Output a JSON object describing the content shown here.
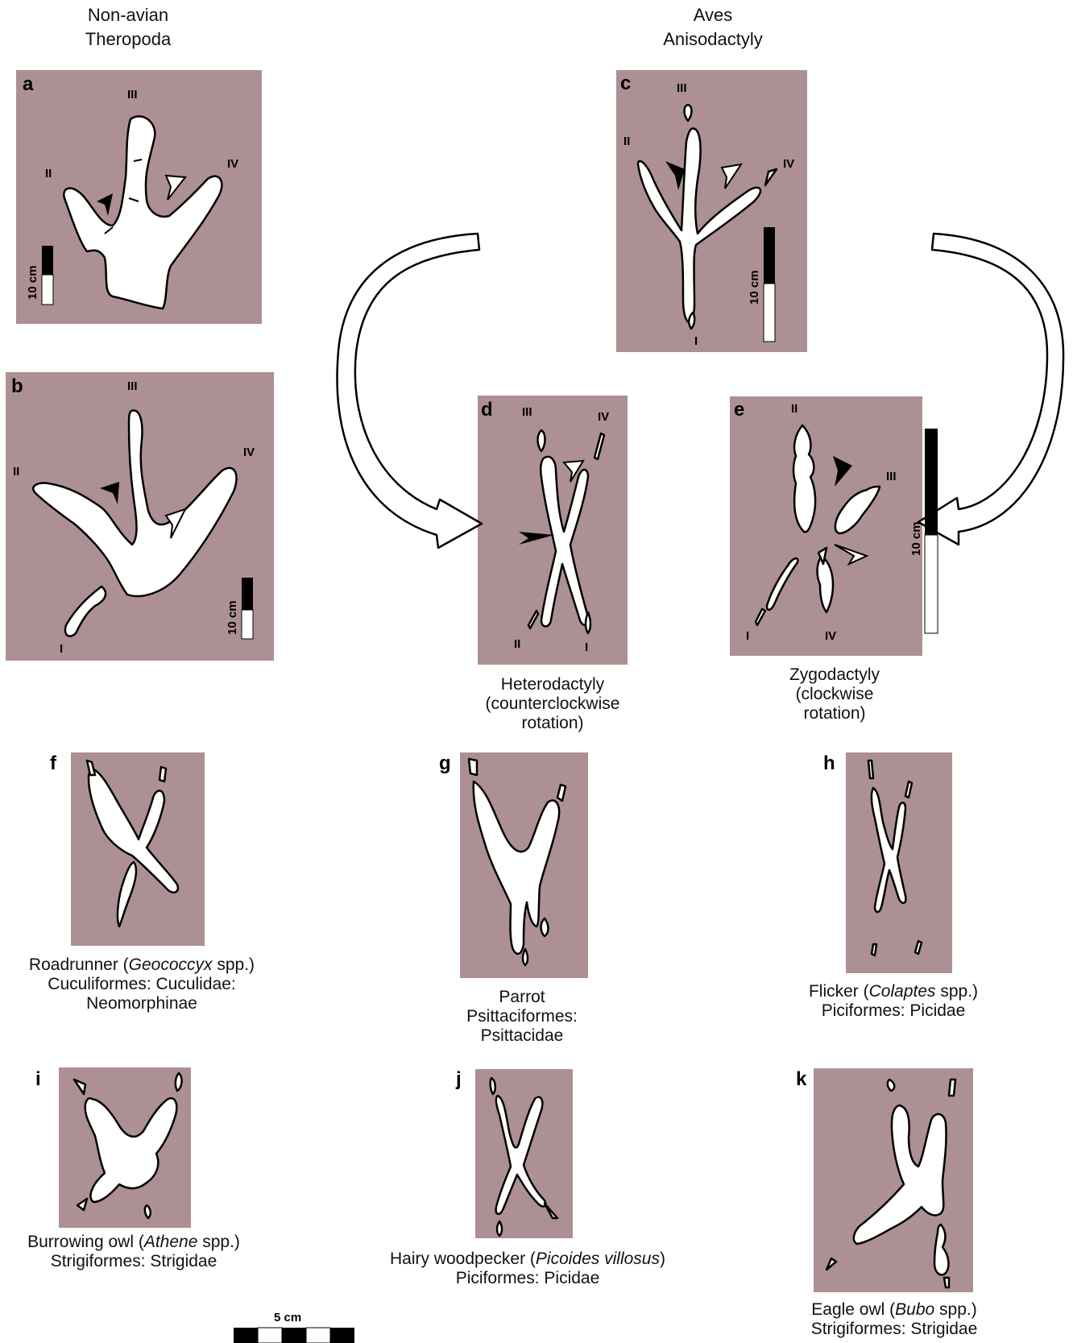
{
  "headers": {
    "left": [
      "Non-avian",
      "Theropoda"
    ],
    "right": [
      "Aves",
      "Anisodactyly"
    ]
  },
  "panels": {
    "a": {
      "label": "a",
      "toes": [
        "II",
        "III",
        "IV"
      ],
      "scale": "10 cm"
    },
    "b": {
      "label": "b",
      "toes": [
        "I",
        "II",
        "III",
        "IV"
      ],
      "scale": "10 cm"
    },
    "c": {
      "label": "c",
      "toes": [
        "I",
        "II",
        "III",
        "IV"
      ],
      "scale": "10 cm"
    },
    "d": {
      "label": "d",
      "toes": [
        "I",
        "II",
        "III",
        "IV"
      ]
    },
    "e": {
      "label": "e",
      "toes": [
        "I",
        "II",
        "III",
        "IV"
      ],
      "scale": "10 cm"
    },
    "f": {
      "label": "f"
    },
    "g": {
      "label": "g"
    },
    "h": {
      "label": "h"
    },
    "i": {
      "label": "i"
    },
    "j": {
      "label": "j"
    },
    "k": {
      "label": "k"
    }
  },
  "captions": {
    "d": [
      "Heterodactyly",
      "(counterclockwise",
      "rotation)"
    ],
    "e": [
      "Zygodactyly",
      "(clockwise",
      "rotation)"
    ],
    "f": {
      "common": "Roadrunner (",
      "genus": "Geococcyx",
      "suffix": " spp.)",
      "line2": "Cuculiformes: Cuculidae:",
      "line3": "Neomorphinae"
    },
    "g": {
      "line1": "Parrot",
      "line2": "Psittaciformes:",
      "line3": "Psittacidae"
    },
    "h": {
      "common": "Flicker (",
      "genus": "Colaptes",
      "suffix": " spp.)",
      "line2": "Piciformes: Picidae"
    },
    "i": {
      "common": "Burrowing owl (",
      "genus": "Athene",
      "suffix": " spp.)",
      "line2": "Strigiformes: Strigidae"
    },
    "j": {
      "common": "Hairy woodpecker (",
      "genus": "Picoides villosus",
      "suffix": ")",
      "line2": "Piciformes: Picidae"
    },
    "k": {
      "common": "Eagle owl (",
      "genus": "Bubo",
      "suffix": " spp.)",
      "line2": "Strigiformes: Strigidae"
    }
  },
  "bottom_scale": "5 cm",
  "colors": {
    "panel": "#ac9093",
    "track": "#ffffff",
    "outline": "#000000"
  }
}
